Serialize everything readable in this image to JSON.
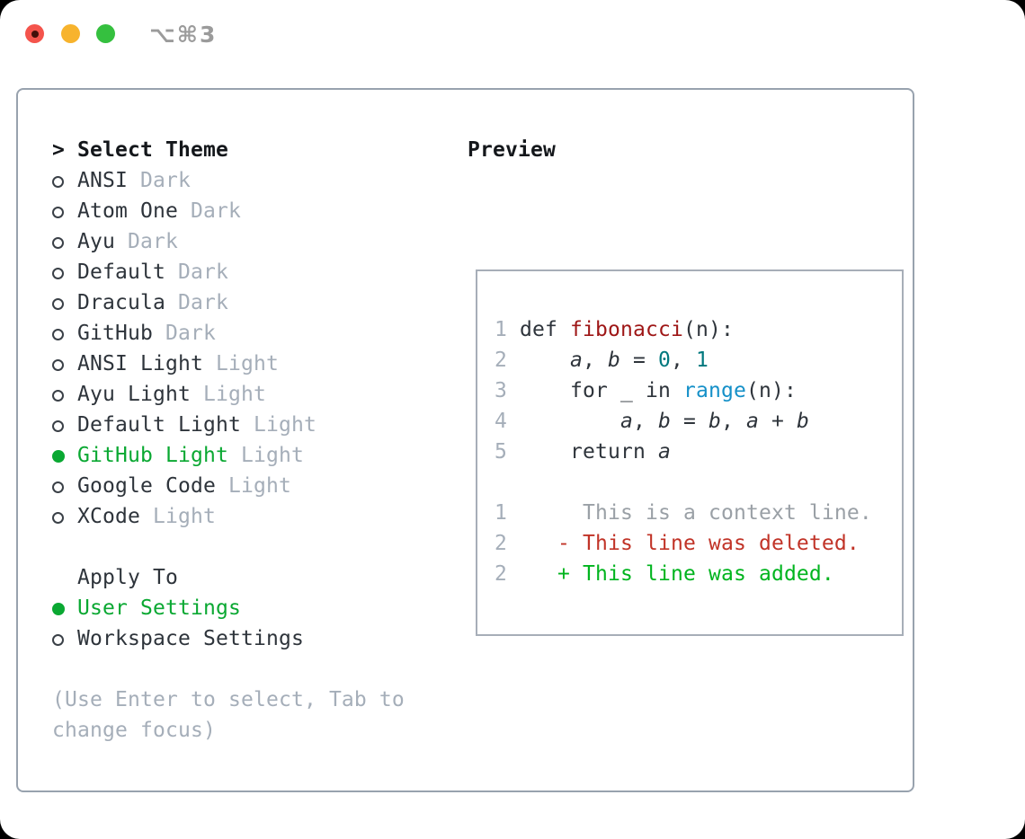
{
  "window": {
    "title": "⌥⌘3",
    "traffic_lights": [
      {
        "icon": "close-icon"
      },
      {
        "icon": "minimize-icon"
      },
      {
        "icon": "zoom-icon"
      }
    ]
  },
  "colors": {
    "text": "#2e343b",
    "heading": "#14171b",
    "muted": "#a5aeb9",
    "selection_green": "#0aa832",
    "function_red": "#9e1616",
    "number_teal": "#00787e",
    "builtin_blue": "#1590c8",
    "deleted_red": "#c13327",
    "added_green": "#00b41e",
    "context_gray": "#9aa0a6",
    "line_number_gray": "#a5aeb9",
    "panel_border": "#98a2ae",
    "preview_border": "#a7aeb8",
    "titlebar_text": "#9b9b9b",
    "traffic_red": "#f4544c",
    "traffic_yellow": "#f7b32d",
    "traffic_green": "#35c03f"
  },
  "theme_picker": {
    "prompt": ">",
    "header": "Select Theme",
    "items": [
      {
        "name": "ANSI",
        "variant": "Dark",
        "selected": false
      },
      {
        "name": "Atom One",
        "variant": "Dark",
        "selected": false
      },
      {
        "name": "Ayu",
        "variant": "Dark",
        "selected": false
      },
      {
        "name": "Default",
        "variant": "Dark",
        "selected": false
      },
      {
        "name": "Dracula",
        "variant": "Dark",
        "selected": false
      },
      {
        "name": "GitHub",
        "variant": "Dark",
        "selected": false
      },
      {
        "name": "ANSI Light",
        "variant": "Light",
        "selected": false
      },
      {
        "name": "Ayu Light",
        "variant": "Light",
        "selected": false
      },
      {
        "name": "Default Light",
        "variant": "Light",
        "selected": false
      },
      {
        "name": "GitHub Light",
        "variant": "Light",
        "selected": true
      },
      {
        "name": "Google Code",
        "variant": "Light",
        "selected": false
      },
      {
        "name": "XCode",
        "variant": "Light",
        "selected": false
      }
    ]
  },
  "apply_to": {
    "header": "Apply To",
    "options": [
      {
        "label": "User Settings",
        "selected": true
      },
      {
        "label": "Workspace Settings",
        "selected": false
      }
    ]
  },
  "help": {
    "lines": [
      "(Use Enter to select, Tab to",
      "change focus)"
    ]
  },
  "preview": {
    "header": "Preview",
    "lines": [
      {
        "no": "1",
        "tokens": [
          {
            "t": " def ",
            "c": "p"
          },
          {
            "t": "fibonacci",
            "c": "f"
          },
          {
            "t": "(n):",
            "c": "p"
          }
        ]
      },
      {
        "no": "2",
        "tokens": [
          {
            "t": "     ",
            "c": "p"
          },
          {
            "t": "a",
            "c": "v"
          },
          {
            "t": ", ",
            "c": "p"
          },
          {
            "t": "b",
            "c": "v"
          },
          {
            "t": " = ",
            "c": "p"
          },
          {
            "t": "0",
            "c": "n"
          },
          {
            "t": ", ",
            "c": "p"
          },
          {
            "t": "1",
            "c": "n"
          }
        ]
      },
      {
        "no": "3",
        "tokens": [
          {
            "t": "     for _ in ",
            "c": "p"
          },
          {
            "t": "range",
            "c": "b"
          },
          {
            "t": "(n):",
            "c": "p"
          }
        ]
      },
      {
        "no": "4",
        "tokens": [
          {
            "t": "         ",
            "c": "p"
          },
          {
            "t": "a",
            "c": "v"
          },
          {
            "t": ", ",
            "c": "p"
          },
          {
            "t": "b",
            "c": "v"
          },
          {
            "t": " = ",
            "c": "p"
          },
          {
            "t": "b",
            "c": "v"
          },
          {
            "t": ", ",
            "c": "p"
          },
          {
            "t": "a",
            "c": "v"
          },
          {
            "t": " + ",
            "c": "p"
          },
          {
            "t": "b",
            "c": "v"
          }
        ]
      },
      {
        "no": "5",
        "tokens": [
          {
            "t": "     return ",
            "c": "p"
          },
          {
            "t": "a",
            "c": "v"
          }
        ]
      },
      {
        "no": "",
        "tokens": []
      },
      {
        "no": "1",
        "tokens": [
          {
            "t": "      This is a context line.",
            "c": "x"
          }
        ]
      },
      {
        "no": "2",
        "tokens": [
          {
            "t": "    - This line was deleted.",
            "c": "d"
          }
        ]
      },
      {
        "no": "2",
        "tokens": [
          {
            "t": "    + This line was added.",
            "c": "a"
          }
        ]
      }
    ]
  }
}
